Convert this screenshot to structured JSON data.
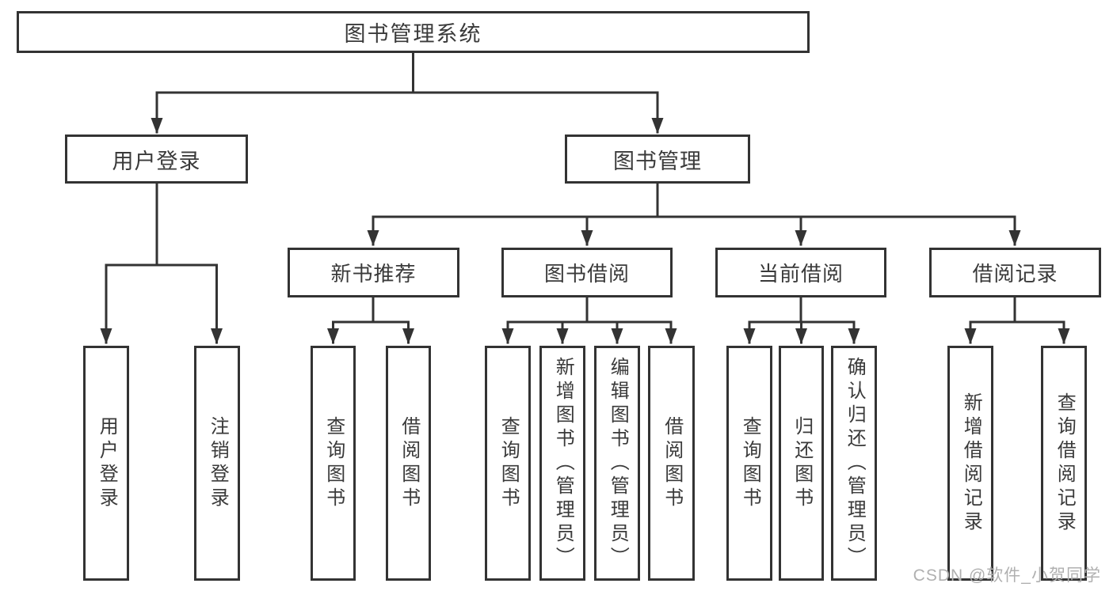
{
  "nodes": {
    "root": "图书管理系统",
    "level2": [
      "用户登录",
      "图书管理"
    ],
    "level3": [
      "新书推荐",
      "图书借阅",
      "当前借阅",
      "借阅记录"
    ],
    "level4": {
      "under_user_login": [
        "用户登录",
        "注销登录"
      ],
      "under_new_book": [
        "查询图书",
        "借阅图书"
      ],
      "under_book_borrow": [
        "查询图书",
        "新增图书（管理员）",
        "编辑图书（管理员）",
        "借阅图书"
      ],
      "under_current_borrow": [
        "查询图书",
        "归还图书",
        "确认归还（管理员）"
      ],
      "under_borrow_records": [
        "新增借阅记录",
        "查询借阅记录"
      ]
    }
  },
  "watermark": {
    "text": "CSDN @软件_小贺同学",
    "color": "#b0b0b0"
  },
  "colors": {
    "line": "#333333",
    "border": "#333333",
    "text": "#3a3a3a",
    "background": "#ffffff"
  }
}
